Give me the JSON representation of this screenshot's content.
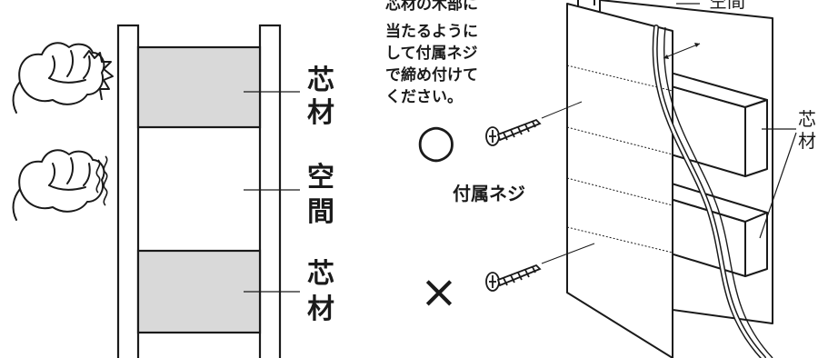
{
  "left_panel": {
    "label_core_top": "芯材",
    "label_space": "空間",
    "label_core_bottom": "芯材"
  },
  "right_panel": {
    "instruction_lines": [
      "芯材の木部に",
      "当たるように",
      "して付属ネジ",
      "で締め付けて",
      "ください。"
    ],
    "label_space_partial": "空間",
    "label_core_partial": "芯材",
    "good_mark": "○",
    "screw_label": "付属ネジ",
    "bad_mark": "×"
  },
  "colors": {
    "core_fill": "#d9d9d9",
    "line": "#1a1a1a",
    "background": "#ffffff"
  }
}
